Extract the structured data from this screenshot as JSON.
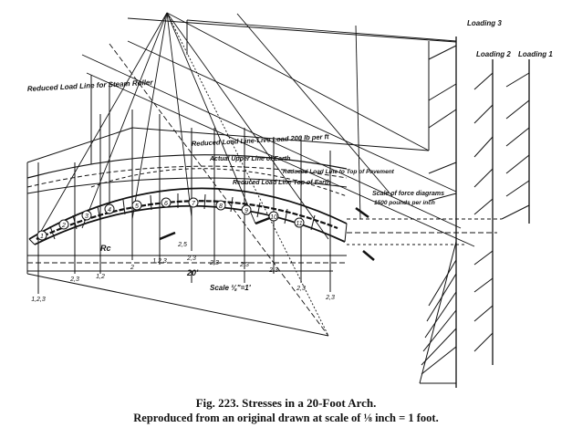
{
  "labels": {
    "loading3": "Loading 3",
    "loading2": "Loading 2",
    "loading1": "Loading 1",
    "reduced_steam_roller": "Reduced Load Line for Steam Roller",
    "reduced_live_load": "Reduced Load Line-Live Load 200 lb per ft",
    "actual_upper_earth": "Actual Upper Line of Earth",
    "reduced_pavement": "Reduced Load Line to Top of Pavement",
    "reduced_earth": "Reduced Load Line Top of Earth",
    "scale_force": "Scale of force diagrams",
    "scale_force2": "1500 pounds per inch",
    "scale_drawing": "Scale ⅛\"=1'",
    "dim_20": "20'",
    "rc": "Rc"
  },
  "voussoirs": [
    "1",
    "2",
    "3",
    "4",
    "5",
    "6",
    "7",
    "8",
    "9",
    "10",
    "11"
  ],
  "load_marks": [
    "1,2,3",
    "2,3",
    "1,2",
    "2",
    "1,2,3",
    "2,3",
    "2,3",
    "2,3",
    "2,3",
    "2,3",
    "2,3",
    "2,5"
  ],
  "caption": {
    "title": "Fig. 223.  Stresses in a 20-Foot Arch.",
    "subtitle": "Reproduced from an original drawn at scale of ⅛ inch = 1 foot."
  }
}
